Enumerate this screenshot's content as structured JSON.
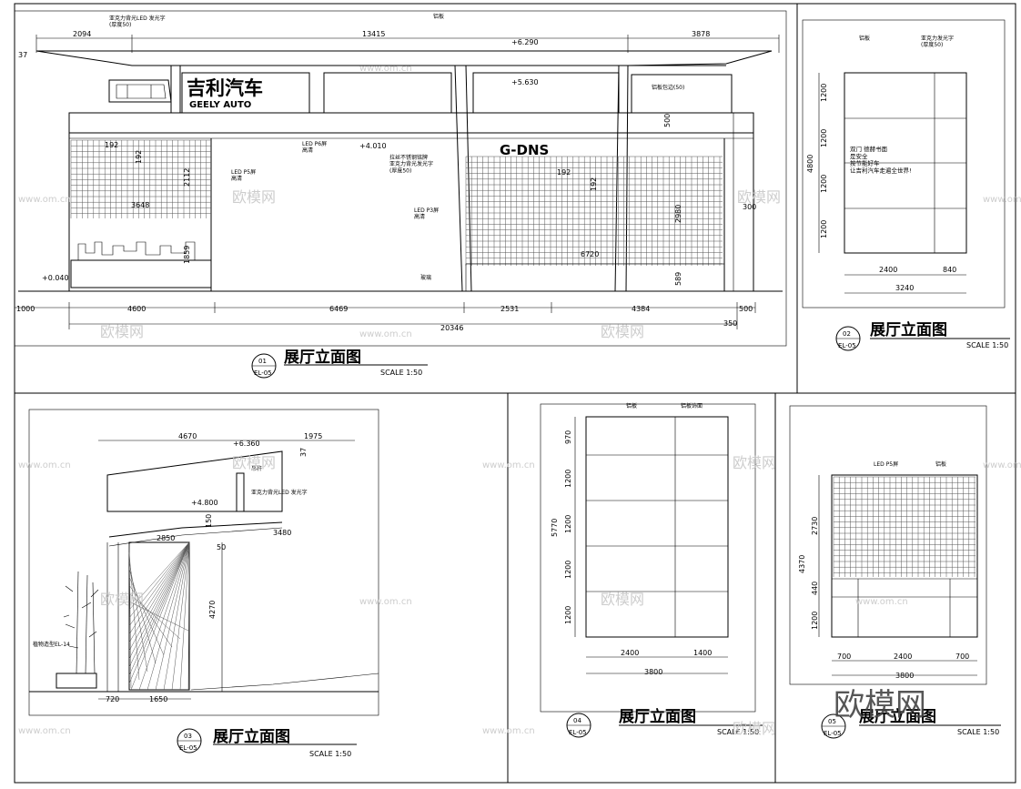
{
  "sheet_title": "展厅立面图",
  "scale": "SCALE 1:50",
  "sheet_ref": "EL-05",
  "watermark": {
    "site": "www.om.cn",
    "brand": "欧模网"
  },
  "e01": {
    "id": "01",
    "brand_cn": "吉利汽车",
    "brand_en": "GEELY AUTO",
    "gdns": "G-DNS",
    "top_dims": [
      "2094",
      "13415",
      "3878"
    ],
    "left_dim": "37",
    "lvl_top": "+6.290",
    "lvl_mid": "+5.630",
    "lvl_floor": "+0.040",
    "lvl_led": "+4.010",
    "note_led_top": "亚克力背光LED 发光字\n(厚度50)",
    "note_canopy": "铝板",
    "note_right": "铝板包边(50)",
    "note_led_p5": "LED P5屏\n高清",
    "note_led_p6": "LED P6屏\n高清",
    "note_ss": "拉丝不锈钢铭牌\n亚克力背光发光字\n(厚度50)",
    "note_led_p3": "LED P3屏\n高清",
    "note_glass": "玻璃",
    "dim_192": "192",
    "dim_2112": "2112",
    "dim_3648": "3648",
    "dim_1859": "1859",
    "dim_2980": "2980",
    "dim_6720": "6720",
    "dim_589": "589",
    "dim_500a": "500",
    "dim_300": "300",
    "bottom_dims": [
      "1000",
      "4600",
      "6469",
      "2531",
      "4384",
      "500"
    ],
    "total": "20346",
    "tail": "350"
  },
  "e02": {
    "id": "02",
    "note_a": "铝板",
    "note_b": "亚克力发光字\n(厚度50)",
    "slogan": "双门 德赫书面\n是安全\n按节能好车\n让吉利汽车走遍全世界!",
    "v_total": "4800",
    "v_dims": [
      "1200",
      "1200",
      "1200",
      "1200"
    ],
    "h_dims": [
      "2400",
      "840"
    ],
    "h_total": "3240"
  },
  "e03": {
    "id": "03",
    "top_dims": [
      "4670",
      "1975"
    ],
    "dim_37": "37",
    "lvl_top": "+6.360",
    "lvl_mid": "+4.800",
    "note_rail": "吊杆",
    "note_led": "亚克力背光LED 发光字",
    "dim_3480": "3480",
    "dim_2850": "2850",
    "dim_4270": "4270",
    "dim_50": "50",
    "dim_150": "150",
    "plant": "植物造型EL-14",
    "bottom_dims": [
      "720",
      "1650"
    ]
  },
  "e04": {
    "id": "04",
    "note_a": "铝板",
    "note_b": "铝板饰面",
    "v_total": "5770",
    "v_dims": [
      "970",
      "1200",
      "1200",
      "1200",
      "1200"
    ],
    "h_dims": [
      "2400",
      "1400"
    ],
    "h_total": "3800"
  },
  "e05": {
    "id": "05",
    "note_led": "LED P5屏",
    "note_b": "铝板",
    "v_total": "4370",
    "v_dims": [
      "2730",
      "440",
      "1200"
    ],
    "h_dims": [
      "700",
      "2400",
      "700"
    ],
    "h_total": "3800"
  }
}
